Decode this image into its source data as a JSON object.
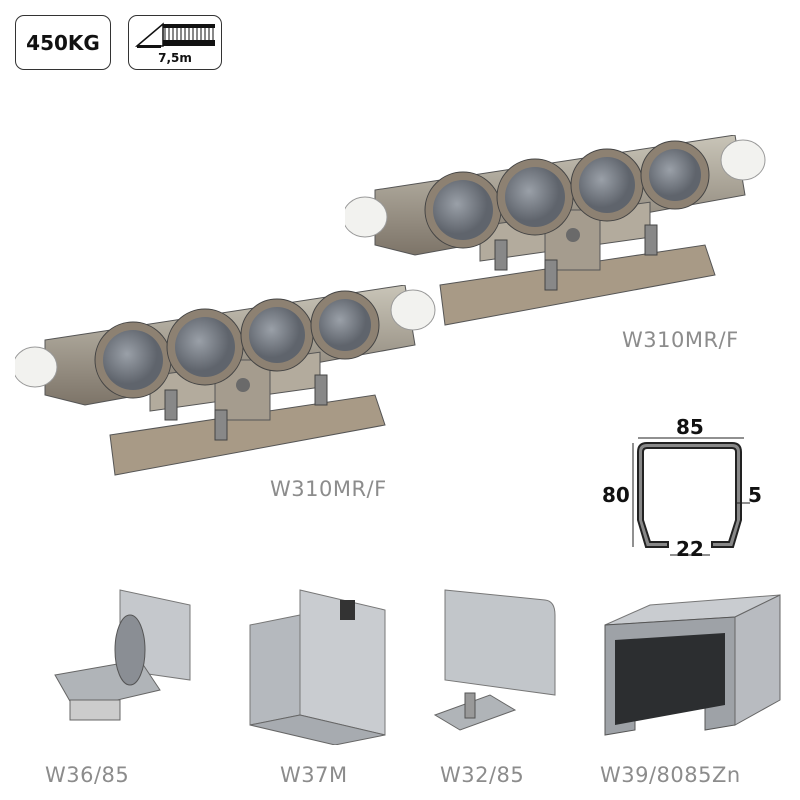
{
  "badges": {
    "capacity": "450KG",
    "gate_length": "7,5m",
    "gate_icon": "sliding-gate-icon"
  },
  "products": {
    "carriage_back": "W310MR/F",
    "carriage_front": "W310MR/F",
    "items": [
      {
        "code": "W36/85"
      },
      {
        "code": "W37M"
      },
      {
        "code": "W32/85"
      },
      {
        "code": "W39/8085Zn"
      }
    ]
  },
  "profile": {
    "width": "85",
    "height": "80",
    "thickness": "5",
    "opening": "22"
  },
  "colors": {
    "label": "#8c8c8c",
    "metal": "#b9bcc0",
    "wheel": "#7c8088"
  }
}
